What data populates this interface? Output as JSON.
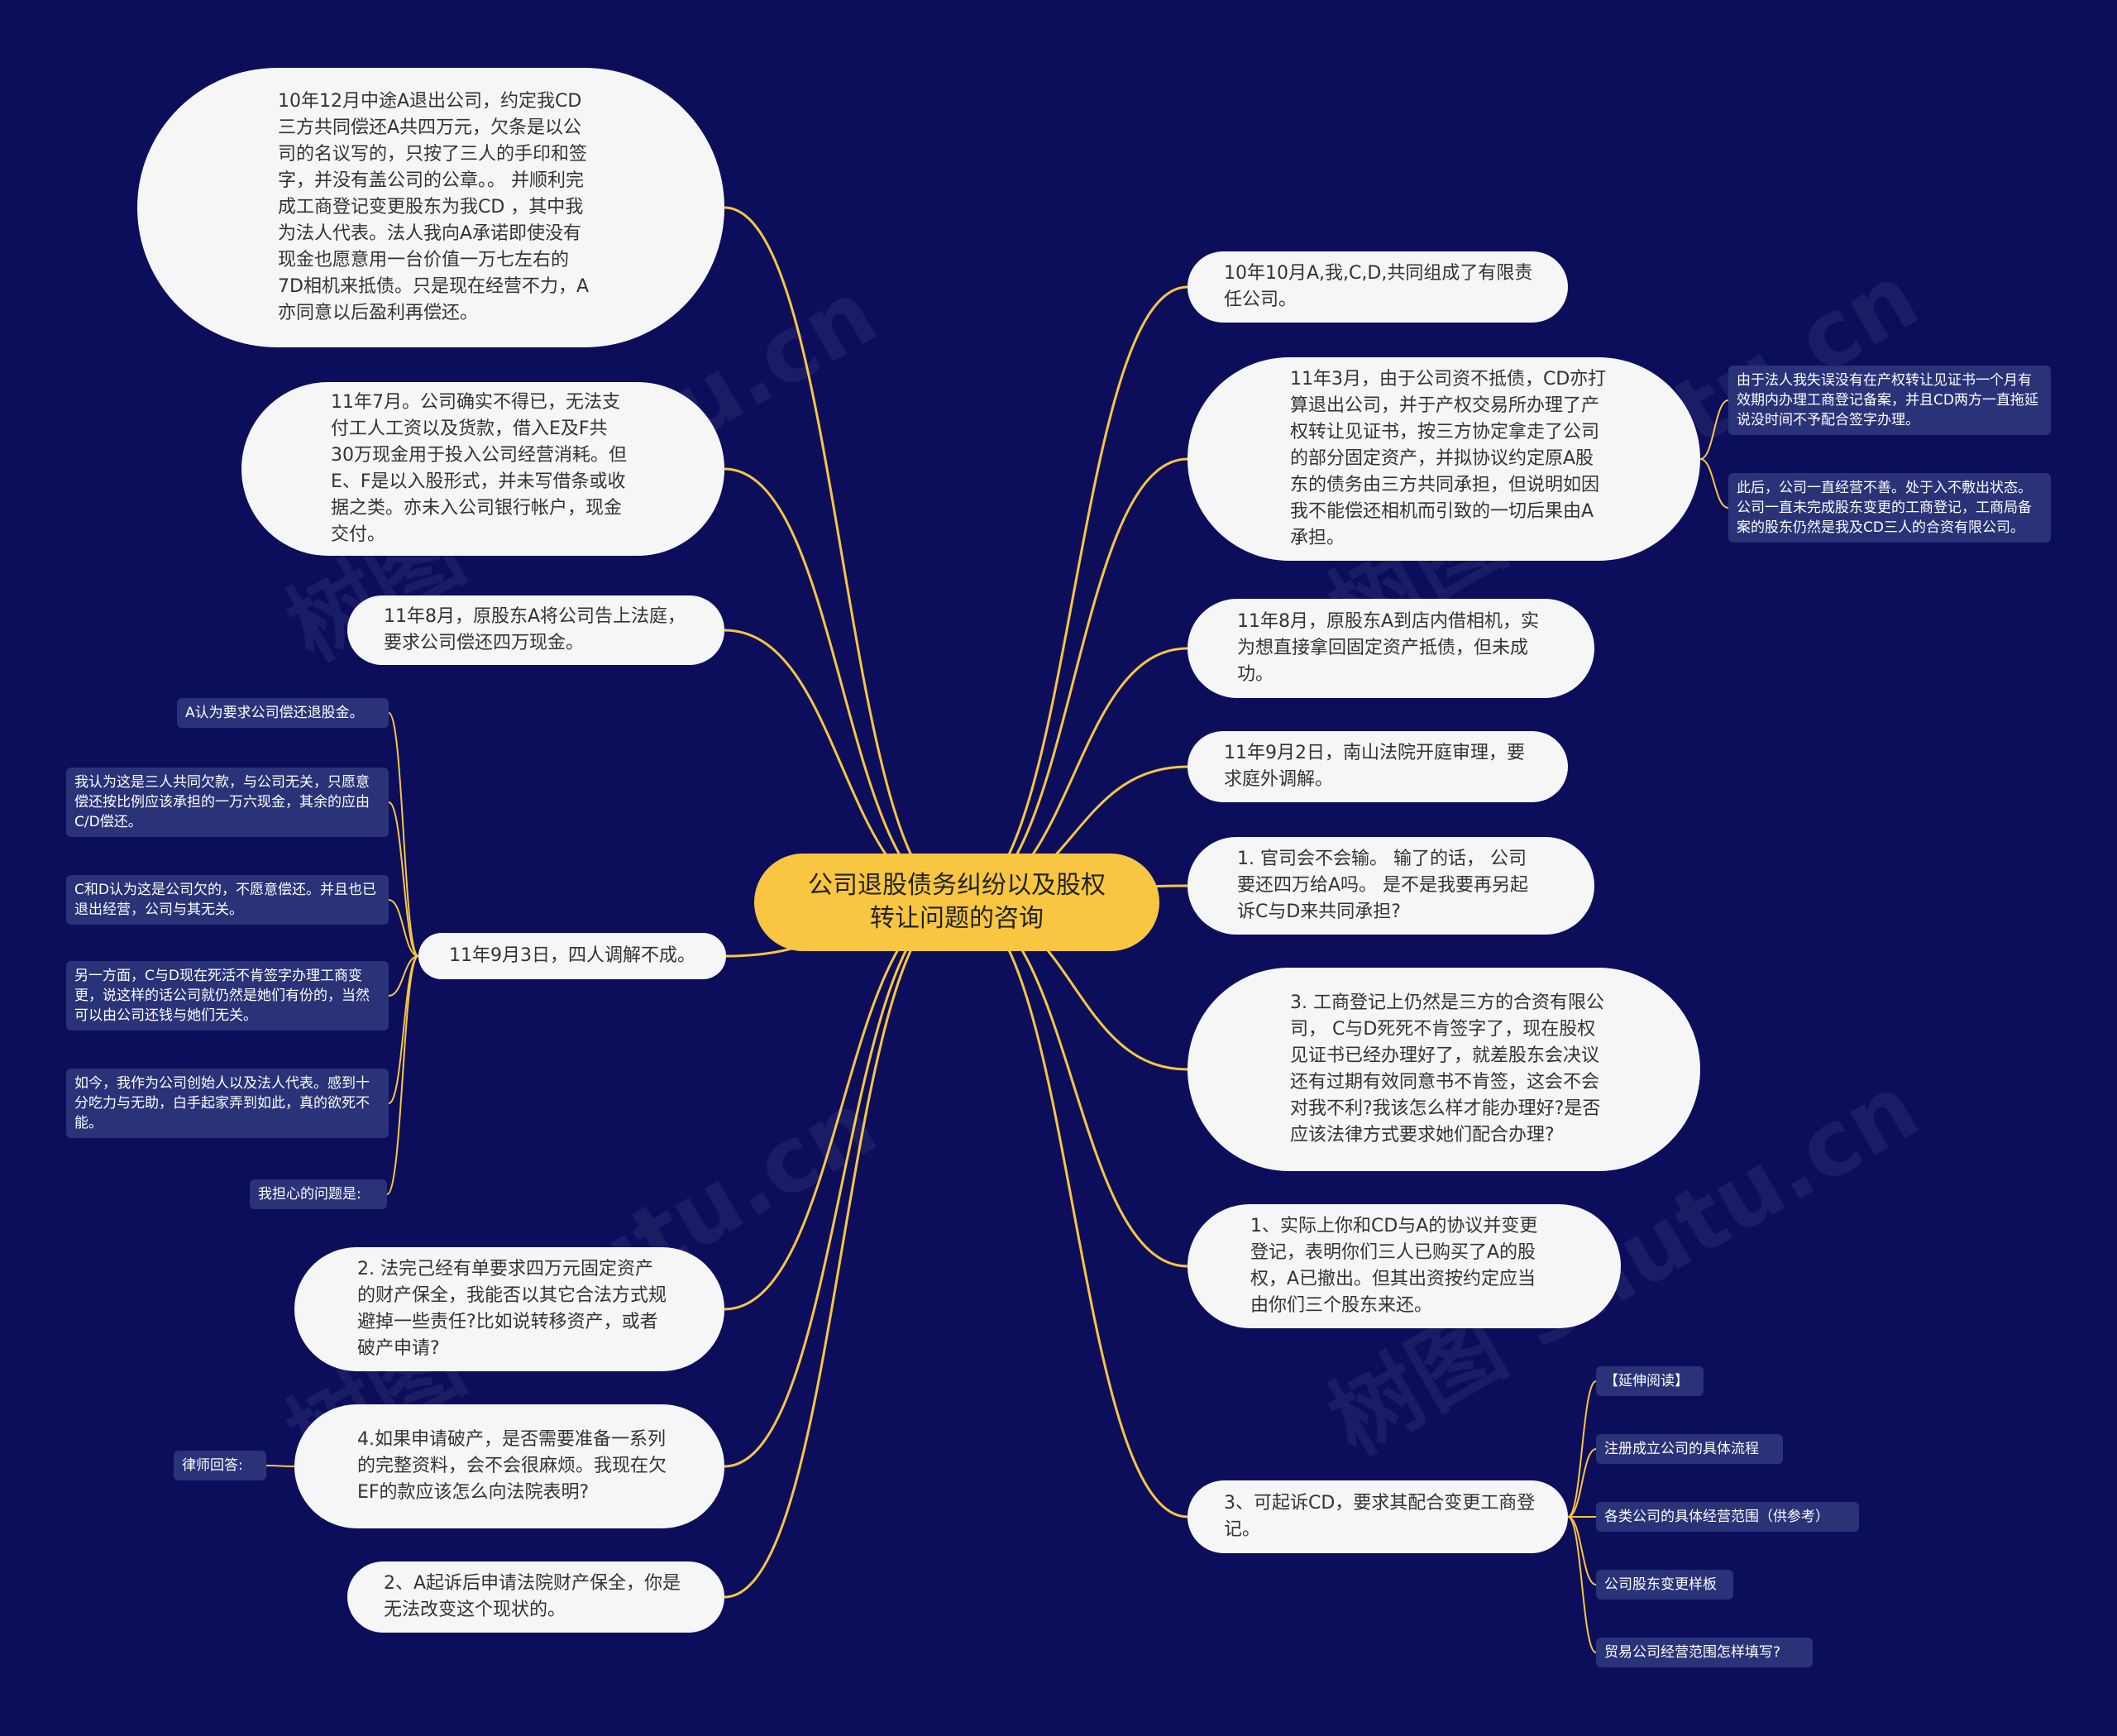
{
  "root": {
    "label": "公司退股债务纠纷以及股权转让问题的咨询"
  },
  "colors": {
    "background": "#0c0e5c",
    "link": "#f8c640",
    "root": "#f8c640",
    "node": "#f6f6f6",
    "note": "#2a3378"
  },
  "left_nodes": [
    "10年12月中途A退出公司，约定我CD三方共同偿还A共四万元，欠条是以公司的名议写的，只按了三人的手印和签字，并没有盖公司的公章。。 并顺利完成工商登记变更股东为我CD ，其中我为法人代表。法人我向A承诺即使没有现金也愿意用一台价值一万七左右的7D相机来抵债。只是现在经营不力，A亦同意以后盈利再偿还。",
    "11年7月。公司确实不得已，无法支付工人工资以及货款，借入E及F共30万现金用于投入公司经营消耗。但E、F是以入股形式，并未写借条或收据之类。亦未入公司银行帐户，现金交付。",
    "11年8月，原股东A将公司告上法庭，要求公司偿还四万现金。",
    "11年9月3日，四人调解不成。",
    "2. 法完己经有单要求四万元固定资产的财产保全，我能否以其它合法方式规避掉一些责任?比如说转移资产，或者破产申请?",
    "4.如果申请破产，是否需要准备一系列的完整资料，会不会很麻烦。我现在欠EF的款应该怎么向法院表明?",
    "2、A起诉后申请法院财产保全，你是无法改变这个现状的。"
  ],
  "right_nodes": [
    "10年10月A,我,C,D,共同组成了有限责任公司。",
    "11年3月，由于公司资不抵债，CD亦打算退出公司，并于产权交易所办理了产权转让见证书，按三方协定拿走了公司的部分固定资产，并拟协议约定原A股东的债务由三方共同承担，但说明如因我不能偿还相机而引致的一切后果由A承担。",
    "11年8月，原股东A到店内借相机，实为想直接拿回固定资产抵债，但未成功。",
    "11年9月2日，南山法院开庭审理，要求庭外调解。",
    "1. 官司会不会输。 输了的话， 公司要还四万给A吗。 是不是我要再另起诉C与D来共同承担?",
    "3. 工商登记上仍然是三方的合资有限公司， C与D死死不肯签字了，现在股权见证书已经办理好了，就差股东会决议还有过期有效同意书不肯签，这会不会对我不利?我该怎么样才能办理好?是否应该法律方式要求她们配合办理?",
    "1、实际上你和CD与A的协议并变更登记，表明你们三人已购买了A的股权，A已撤出。但其出资按约定应当由你们三个股东来还。",
    "3、可起诉CD，要求其配合变更工商登记。"
  ],
  "notes_march": [
    "由于法人我失误没有在产权转让见证书一个月有效期内办理工商登记备案，并且CD两方一直拖延说没时间不予配合签字办理。",
    "此后，公司一直经营不善。处于入不敷出状态。公司一直未完成股东变更的工商登记，工商局备案的股东仍然是我及CD三人的合资有限公司。"
  ],
  "notes_sept3": [
    "A认为要求公司偿还退股金。",
    "我认为这是三人共同欠款，与公司无关，只愿意偿还按比例应该承担的一万六现金，其余的应由C/D偿还。",
    "C和D认为这是公司欠的，不愿意偿还。并且也已退出经营，公司与其无关。",
    "另一方面，C与D现在死活不肯签字办理工商变更，说这样的话公司就仍然是她们有份的，当然可以由公司还钱与她们无关。",
    "如今，我作为公司创始人以及法人代表。感到十分吃力与无助，白手起家弄到如此，真的欲死不能。",
    "我担心的问题是:"
  ],
  "note_lawyer": "律师回答:",
  "notes_reading": [
    "【延伸阅读】",
    "注册成立公司的具体流程",
    "各类公司的具体经营范围（供参考）",
    "公司股东变更样板",
    "贸易公司经营范围怎样填写?"
  ],
  "watermark": "树图 shutu.cn"
}
